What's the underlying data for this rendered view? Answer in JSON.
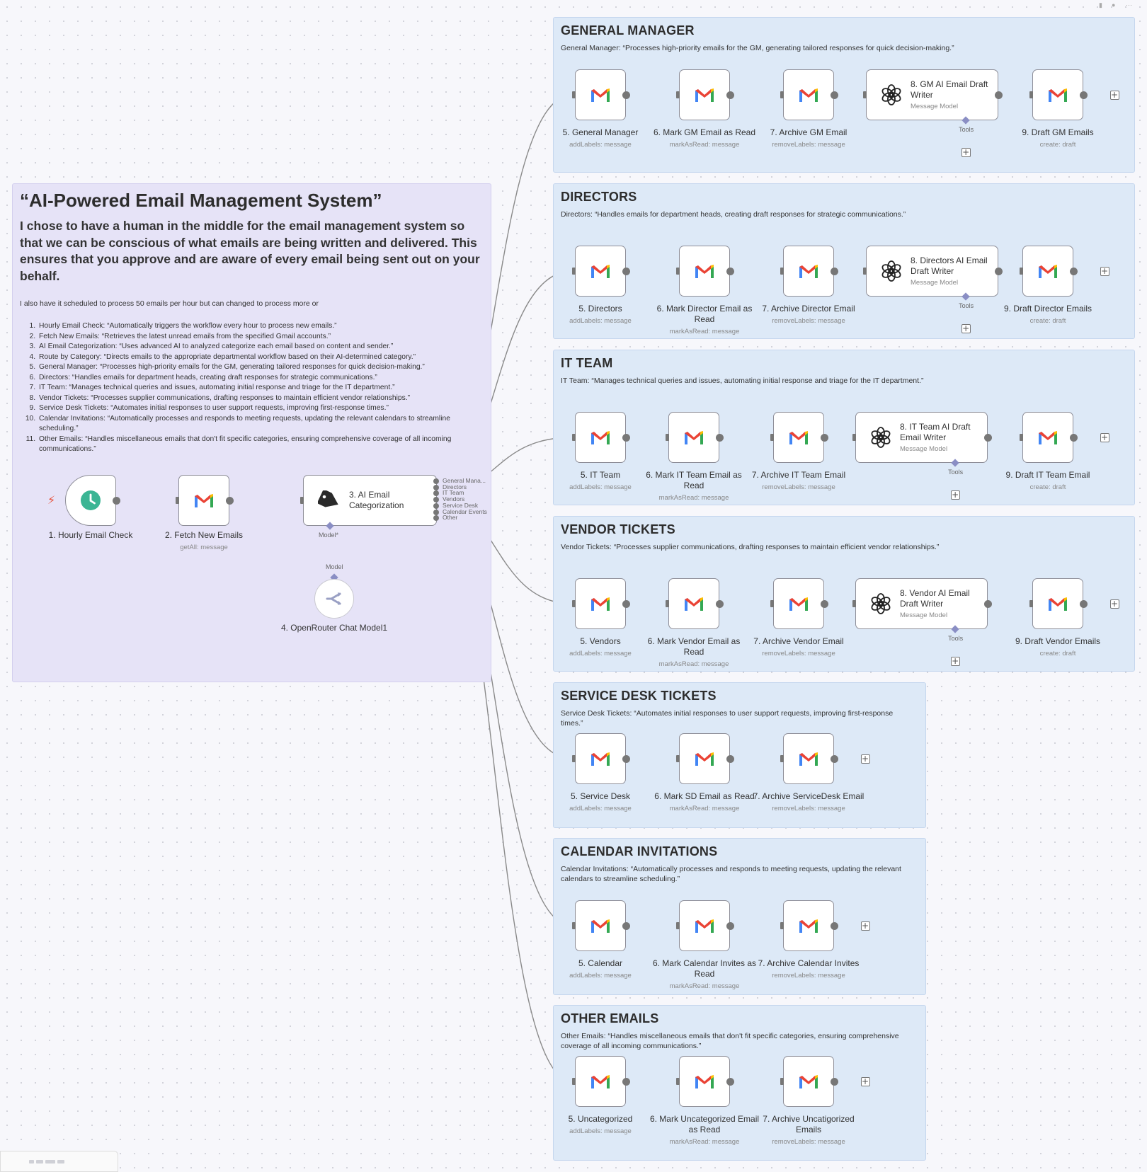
{
  "canvas": {
    "main_note": {
      "title": "“AI-Powered Email Management System”",
      "subtitle": "I chose to have a human in the middle for the email management system so that we can be conscious of what emails are being written and delivered. This ensures that you approve and are aware of every email being sent out on your behalf.",
      "note": "I also have it scheduled to process 50 emails per hour but can changed to process more or",
      "steps": [
        "Hourly Email Check: “Automatically triggers the workflow every hour to process new emails.”",
        "Fetch New Emails: “Retrieves the latest unread emails from the specified Gmail accounts.”",
        "AI Email Categorization: “Uses advanced AI to analyzed categorize each email based on content and sender.”",
        "Route by Category: “Directs emails to the appropriate departmental workflow based on their AI-determined category.”",
        "General Manager: “Processes high-priority emails for the GM, generating tailored responses for quick decision-making.”",
        "Directors: “Handles emails for department heads, creating draft responses for strategic communications.”",
        "IT Team: “Manages technical queries and issues, automating initial response and triage for the IT department.”",
        "Vendor Tickets: “Processes supplier communications, drafting responses to maintain efficient vendor relationships.”",
        "Service Desk Tickets: “Automates initial responses to user support requests, improving first-response times.”",
        "Calendar Invitations: “Automatically processes and responds to meeting requests, updating the relevant calendars to streamline scheduling.”",
        "Other Emails: “Handles miscellaneous emails that don't fit specific categories, ensuring comprehensive coverage of all incoming communications.”"
      ]
    },
    "main_nodes": [
      {
        "name": "1. Hourly Email Check",
        "sub": "",
        "icon": "clock-icon"
      },
      {
        "name": "2. Fetch New Emails",
        "sub": "getAll: message",
        "icon": "gmail-icon"
      },
      {
        "name": "3. AI Email Categorization",
        "sub": "",
        "icon": "tag-icon"
      },
      {
        "name": "4. OpenRouter Chat Model1",
        "sub": "",
        "icon": "openrouter-icon"
      }
    ],
    "categorizer_outputs": [
      "General Mana...",
      "Directors",
      "IT Team",
      "Vendors",
      "Service Desk",
      "Calendar Events",
      "Other"
    ],
    "labels": {
      "model": "Model",
      "model_required": "Model*",
      "tools": "Tools",
      "message_model": "Message Model",
      "plus": "+"
    },
    "sections": [
      {
        "title": "GENERAL MANAGER",
        "desc": "General Manager: “Processes high-priority emails for the GM, generating tailored responses for quick decision-making.”",
        "nodes": [
          {
            "name": "5. General Manager",
            "sub": "addLabels: message"
          },
          {
            "name": "6. Mark GM Email as Read",
            "sub": "markAsRead: message"
          },
          {
            "name": "7. Archive GM Email",
            "sub": "removeLabels: message"
          },
          {
            "name": "8. GM AI Email Draft Writer",
            "sub": "Message Model",
            "ai": true
          },
          {
            "name": "9. Draft GM Emails",
            "sub": "create: draft"
          }
        ]
      },
      {
        "title": "DIRECTORS",
        "desc": "Directors: “Handles emails for department heads, creating draft responses for strategic communications.”",
        "nodes": [
          {
            "name": "5. Directors",
            "sub": "addLabels: message"
          },
          {
            "name": "6. Mark Director Email as Read",
            "sub": "markAsRead: message"
          },
          {
            "name": "7. Archive Director Email",
            "sub": "removeLabels: message"
          },
          {
            "name": "8. Directors AI Email Draft Writer",
            "sub": "Message Model",
            "ai": true
          },
          {
            "name": "9. Draft Director Emails",
            "sub": "create: draft"
          }
        ]
      },
      {
        "title": "IT TEAM",
        "desc": "IT Team: “Manages technical queries and issues, automating initial response and triage for the IT department.”",
        "nodes": [
          {
            "name": "5. IT Team",
            "sub": "addLabels: message"
          },
          {
            "name": "6. Mark IT Team Email as Read",
            "sub": "markAsRead: message"
          },
          {
            "name": "7. Archive IT Team Email",
            "sub": "removeLabels: message"
          },
          {
            "name": "8. IT Team AI Draft Email Writer",
            "sub": "Message Model",
            "ai": true
          },
          {
            "name": "9. Draft IT Team Email",
            "sub": "create: draft"
          }
        ]
      },
      {
        "title": "VENDOR TICKETS",
        "desc": "Vendor Tickets: “Processes supplier communications, drafting responses to maintain efficient vendor relationships.”",
        "nodes": [
          {
            "name": "5. Vendors",
            "sub": "addLabels: message"
          },
          {
            "name": "6. Mark Vendor Email as Read",
            "sub": "markAsRead: message"
          },
          {
            "name": "7. Archive Vendor Email",
            "sub": "removeLabels: message"
          },
          {
            "name": "8. Vendor AI Email Draft Writer",
            "sub": "Message Model",
            "ai": true
          },
          {
            "name": "9. Draft Vendor Emails",
            "sub": "create: draft"
          }
        ]
      },
      {
        "title": "SERVICE DESK TICKETS",
        "desc": "Service Desk Tickets: “Automates initial responses to user support requests, improving first-response times.”",
        "nodes": [
          {
            "name": "5. Service Desk",
            "sub": "addLabels: message"
          },
          {
            "name": "6. Mark SD Email as Read",
            "sub": "markAsRead: message"
          },
          {
            "name": "7. Archive ServiceDesk Email",
            "sub": "removeLabels: message"
          }
        ]
      },
      {
        "title": "CALENDAR INVITATIONS",
        "desc": "Calendar Invitations: “Automatically processes and responds to meeting requests, updating the relevant calendars to streamline scheduling.”",
        "nodes": [
          {
            "name": "5. Calendar",
            "sub": "addLabels: message"
          },
          {
            "name": "6. Mark Calendar Invites as Read",
            "sub": "markAsRead: message"
          },
          {
            "name": "7. Archive Calendar Invites",
            "sub": "removeLabels: message"
          }
        ]
      },
      {
        "title": "OTHER EMAILS",
        "desc": "Other Emails: “Handles miscellaneous emails that don't fit specific categories, ensuring comprehensive coverage of all incoming communications.”",
        "nodes": [
          {
            "name": "5. Uncategorized",
            "sub": "addLabels: message"
          },
          {
            "name": "6. Mark Uncategorized Email as Read",
            "sub": "markAsRead: message"
          },
          {
            "name": "7. Archive Uncatigorized Emails",
            "sub": "removeLabels: message"
          }
        ]
      }
    ],
    "colors": {
      "note_purple": "#e6e3f7",
      "section_blue": "#dde9f7",
      "wire": "#8a8a8a",
      "ai_port": "#8a8ec4",
      "clock_green": "#3bb594",
      "trigger_bolt": "#e8503a",
      "gmail_red": "#ea4335",
      "gmail_blue": "#4285f4",
      "gmail_green": "#34a853",
      "gmail_yellow": "#fbbc04"
    }
  }
}
